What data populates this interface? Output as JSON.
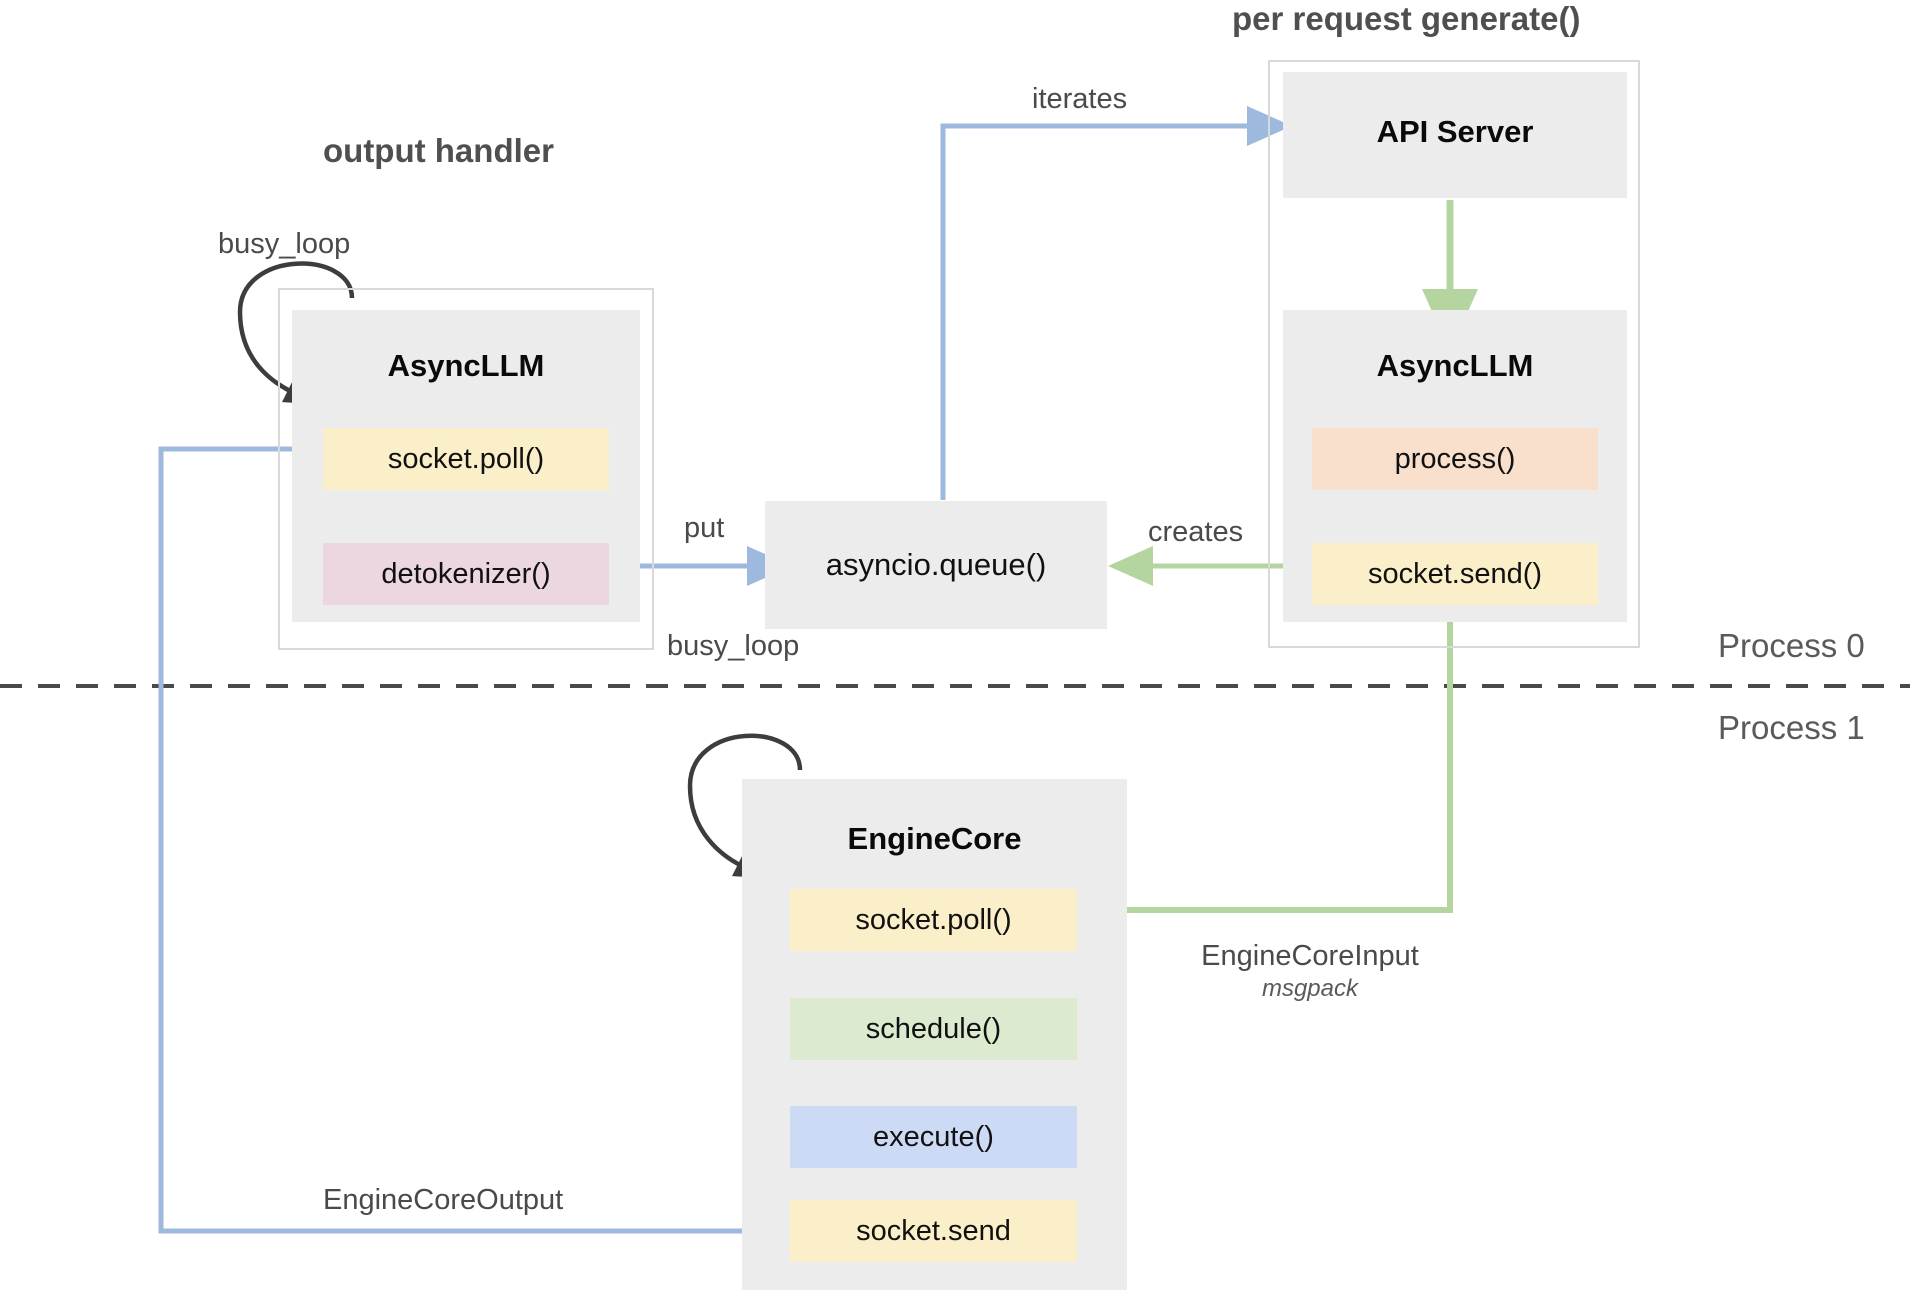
{
  "diagram": {
    "title_output_handler": "output handler",
    "title_per_request": "per request generate()",
    "process_labels": {
      "top": "Process 0",
      "bottom": "Process 1"
    },
    "colors": {
      "yellow": "#fbefc9",
      "pink": "#ecd6e1",
      "peach": "#f8e0cd",
      "green": "#dcead0",
      "blue": "#ccdaf5",
      "node_gray": "#ececec",
      "border_gray": "#d9d9d9",
      "arrow_blue": "#9db9dd",
      "arrow_green": "#b4d4a0",
      "arrow_black": "#3d3d3d",
      "text_gray": "#4f4f4f"
    },
    "nodes": {
      "async_llm_left": {
        "title": "AsyncLLM",
        "items": [
          {
            "label": "socket.poll()",
            "color": "yellow"
          },
          {
            "label": "detokenizer()",
            "color": "pink"
          }
        ]
      },
      "api_server": {
        "title": "API Server"
      },
      "async_llm_right": {
        "title": "AsyncLLM",
        "items": [
          {
            "label": "process()",
            "color": "peach"
          },
          {
            "label": "socket.send()",
            "color": "yellow"
          }
        ]
      },
      "asyncio_queue": {
        "title": "asyncio.queue()"
      },
      "engine_core": {
        "title": "EngineCore",
        "items": [
          {
            "label": "socket.poll()",
            "color": "yellow"
          },
          {
            "label": "schedule()",
            "color": "green"
          },
          {
            "label": "execute()",
            "color": "blue"
          },
          {
            "label": "socket.send",
            "color": "yellow"
          }
        ]
      }
    },
    "edges": {
      "busy_loop_left": "busy_loop",
      "busy_loop_engine": "busy_loop",
      "iterates": "iterates",
      "put": "put",
      "creates": "creates",
      "engine_core_input": "EngineCoreInput",
      "engine_core_input_sub": "msgpack",
      "engine_core_output": "EngineCoreOutput"
    }
  }
}
